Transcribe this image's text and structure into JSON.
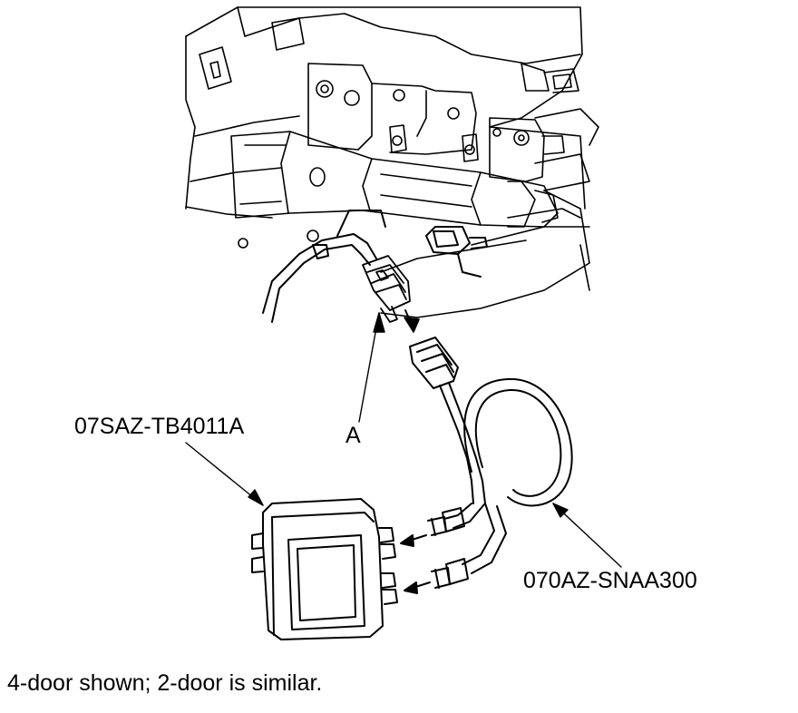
{
  "diagram": {
    "labels": {
      "tool_box": "07SAZ-TB4011A",
      "connector_a": "A",
      "harness": "070AZ-SNAA300"
    },
    "caption": "4-door shown; 2-door is similar."
  },
  "colors": {
    "line": "#000000",
    "background": "#ffffff"
  }
}
